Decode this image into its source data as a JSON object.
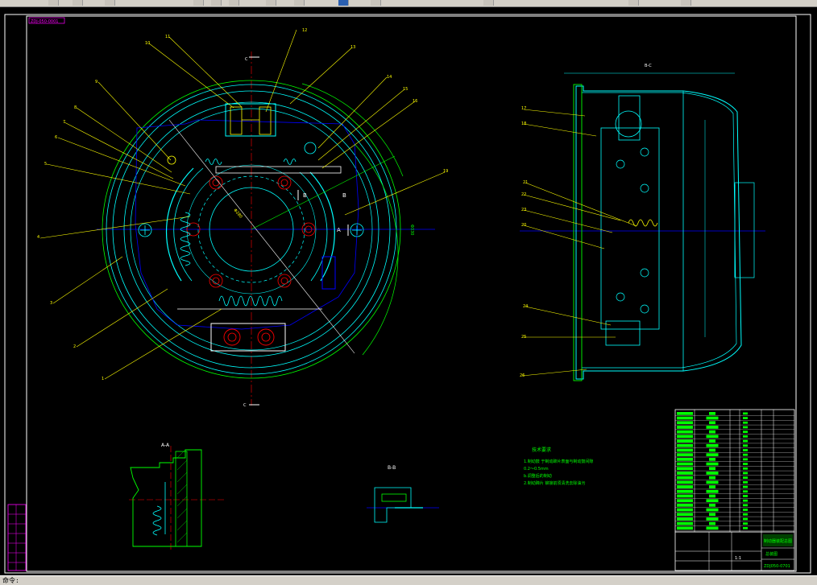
{
  "toolbar": {
    "buttons": [
      "undo",
      "redo",
      "pan",
      "zoom-realtime",
      "zoom-window",
      "zoom-previous",
      "properties",
      "design-center",
      "tool-palettes",
      "sheet-set",
      "markup",
      "calculator",
      "help"
    ]
  },
  "drawing": {
    "title_stamp": "ZDJ-050-0001",
    "section_aa": "A-A",
    "section_bb": "B-B",
    "view_label": "B-C",
    "label_c": "C",
    "label_a": "A",
    "label_b": "B",
    "notes_title": "技术要求",
    "notes": [
      "1.制动鼓 于制动蹄片表面与制动鼓间隙",
      "  0.2～0.5mm",
      "  b.调整后的制动",
      "2.制动蹄片 铆接前须清洗去除油污"
    ],
    "callouts_left": [
      "10",
      "11",
      "12",
      "13",
      "14",
      "15",
      "16",
      "9",
      "8",
      "7",
      "6",
      "5",
      "4",
      "3",
      "2",
      "1",
      "19"
    ],
    "callouts_right": [
      "17",
      "18",
      "21",
      "22",
      "23",
      "20",
      "24",
      "25",
      "26"
    ],
    "title_block_name": "制动器装配总图",
    "title_block_sub": "总装图",
    "title_block_no": "ZDJ050-0701",
    "title_block_scale": "1:1"
  },
  "colors": {
    "cyan": "#00ffff",
    "yellow": "#ffff00",
    "green": "#00ff00",
    "magenta": "#ff00ff",
    "blue": "#0000ff",
    "red": "#ff0000",
    "white": "#ffffff"
  },
  "status": {
    "text": "命令:"
  }
}
